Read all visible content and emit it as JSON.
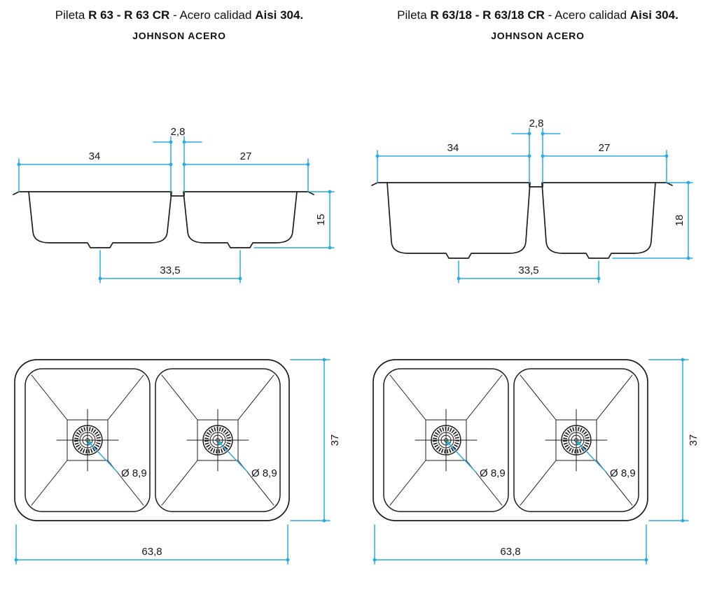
{
  "colors": {
    "accent": "#29ABE2",
    "ink": "#1C1C1C",
    "text": "#16161E"
  },
  "panels": [
    {
      "title": {
        "prefix": "Pileta",
        "model": "R 63 - R 63 CR",
        "middle": "- Acero calidad",
        "quality": "Aisi 304."
      },
      "brand": "JOHNSON ACERO",
      "section_view": {
        "divider_width": "2,8",
        "left_bowl_width": "34",
        "right_bowl_width": "27",
        "depth": "15",
        "drain_spacing": "33,5"
      },
      "plan_view": {
        "left_drain_diameter": "Ø 8,9",
        "right_drain_diameter": "Ø 8,9",
        "overall_depth": "37",
        "overall_width": "63,8"
      }
    },
    {
      "title": {
        "prefix": "Pileta",
        "model": "R 63/18 - R 63/18 CR",
        "middle": "- Acero calidad",
        "quality": "Aisi 304."
      },
      "brand": "JOHNSON ACERO",
      "section_view": {
        "divider_width": "2,8",
        "left_bowl_width": "34",
        "right_bowl_width": "27",
        "depth": "18",
        "drain_spacing": "33,5"
      },
      "plan_view": {
        "left_drain_diameter": "Ø 8,9",
        "right_drain_diameter": "Ø 8,9",
        "overall_depth": "37",
        "overall_width": "63,8"
      }
    }
  ]
}
